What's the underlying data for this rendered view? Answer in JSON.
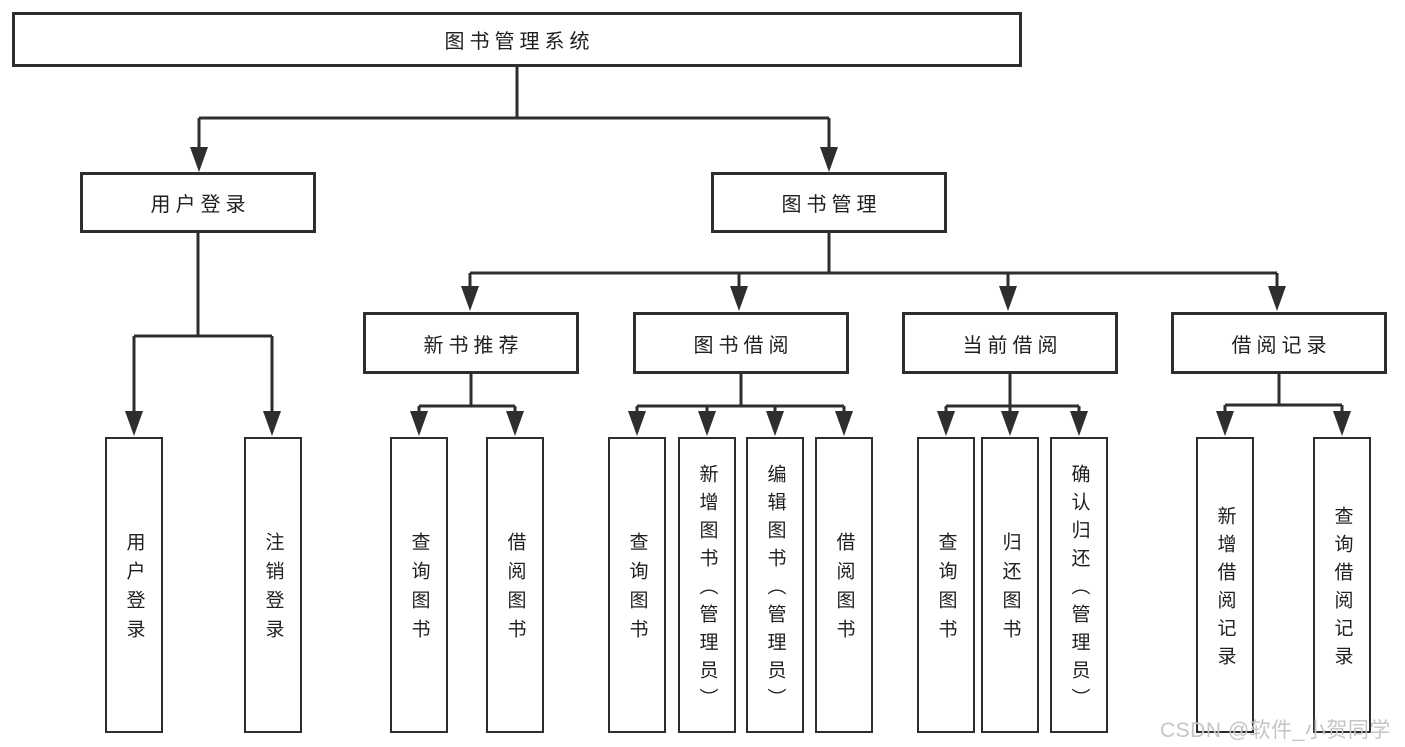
{
  "tree": {
    "root": "图书管理系统",
    "branches": [
      {
        "label": "用户登录",
        "children": [
          "用户登录",
          "注销登录"
        ]
      },
      {
        "label": "图书管理",
        "groups": [
          {
            "label": "新书推荐",
            "children": [
              "查询图书",
              "借阅图书"
            ]
          },
          {
            "label": "图书借阅",
            "children": [
              "查询图书",
              "新增图书（管理员）",
              "编辑图书（管理员）",
              "借阅图书"
            ]
          },
          {
            "label": "当前借阅",
            "children": [
              "查询图书",
              "归还图书",
              "确认归还（管理员）"
            ]
          },
          {
            "label": "借阅记录",
            "children": [
              "新增借阅记录",
              "查询借阅记录"
            ]
          }
        ]
      }
    ]
  },
  "watermark": "CSDN @软件_小贺同学",
  "colors": {
    "line": "#2e2e2e",
    "text": "#1f1f1f",
    "box_background": "#ffffff",
    "page_background": "#ffffff",
    "watermark": "#c5c5c9"
  }
}
